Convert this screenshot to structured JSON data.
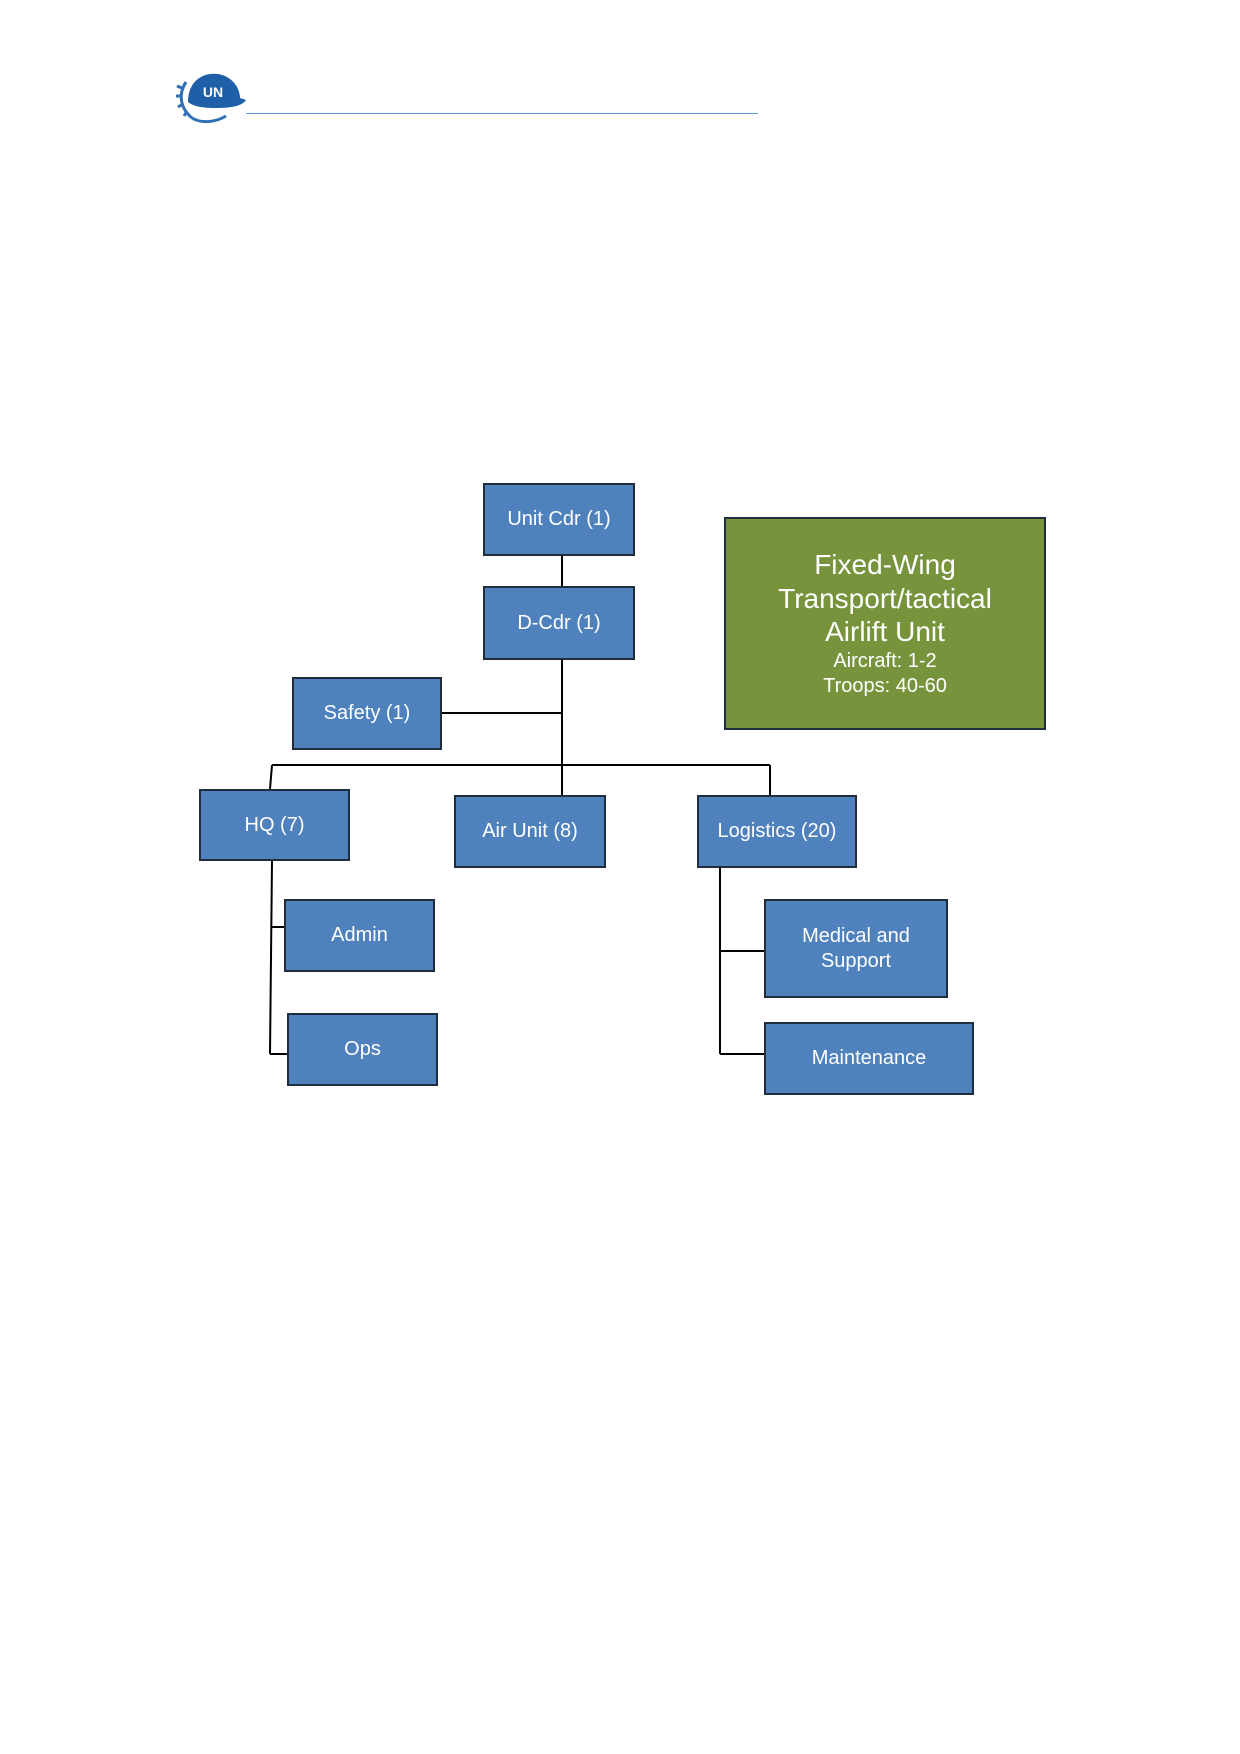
{
  "header": {
    "logo_text": "UN",
    "accent_color": "#5b9bd5"
  },
  "diagram": {
    "box_color": "#4f81bd",
    "info_color": "#77933c",
    "nodes": {
      "unit_cdr": "Unit Cdr (1)",
      "d_cdr": "D-Cdr (1)",
      "safety": "Safety (1)",
      "hq": "HQ (7)",
      "air_unit": "Air Unit (8)",
      "logistics": "Logistics (20)",
      "admin": "Admin",
      "ops": "Ops",
      "medical": "Medical and Support",
      "maintenance": "Maintenance"
    },
    "info_box": {
      "title": [
        "Fixed-Wing",
        "Transport/tactical",
        "Airlift Unit"
      ],
      "aircraft": "Aircraft: 1-2",
      "troops": "Troops: 40-60"
    }
  }
}
